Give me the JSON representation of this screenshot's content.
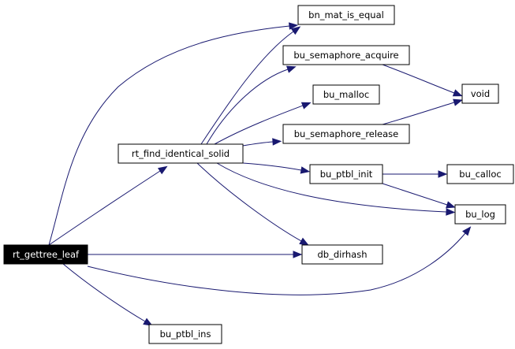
{
  "graph": {
    "edge_color": "#191970",
    "root_fill": "#000000",
    "nodes": {
      "rt_gettree_leaf": "rt_gettree_leaf",
      "rt_find_identical_solid": "rt_find_identical_solid",
      "bn_mat_is_equal": "bn_mat_is_equal",
      "bu_semaphore_acquire": "bu_semaphore_acquire",
      "bu_malloc": "bu_malloc",
      "bu_semaphore_release": "bu_semaphore_release",
      "void": "void",
      "bu_ptbl_init": "bu_ptbl_init",
      "bu_calloc": "bu_calloc",
      "bu_log": "bu_log",
      "db_dirhash": "db_dirhash",
      "bu_ptbl_ins": "bu_ptbl_ins"
    },
    "edges": [
      [
        "rt_gettree_leaf",
        "rt_find_identical_solid"
      ],
      [
        "rt_gettree_leaf",
        "bn_mat_is_equal"
      ],
      [
        "rt_gettree_leaf",
        "db_dirhash"
      ],
      [
        "rt_gettree_leaf",
        "bu_log"
      ],
      [
        "rt_gettree_leaf",
        "bu_ptbl_ins"
      ],
      [
        "rt_find_identical_solid",
        "bn_mat_is_equal"
      ],
      [
        "rt_find_identical_solid",
        "bu_semaphore_acquire"
      ],
      [
        "rt_find_identical_solid",
        "bu_malloc"
      ],
      [
        "rt_find_identical_solid",
        "bu_semaphore_release"
      ],
      [
        "rt_find_identical_solid",
        "bu_ptbl_init"
      ],
      [
        "rt_find_identical_solid",
        "bu_log"
      ],
      [
        "rt_find_identical_solid",
        "db_dirhash"
      ],
      [
        "bu_semaphore_acquire",
        "void"
      ],
      [
        "bu_semaphore_release",
        "void"
      ],
      [
        "bu_ptbl_init",
        "bu_calloc"
      ],
      [
        "bu_ptbl_init",
        "bu_log"
      ]
    ]
  }
}
